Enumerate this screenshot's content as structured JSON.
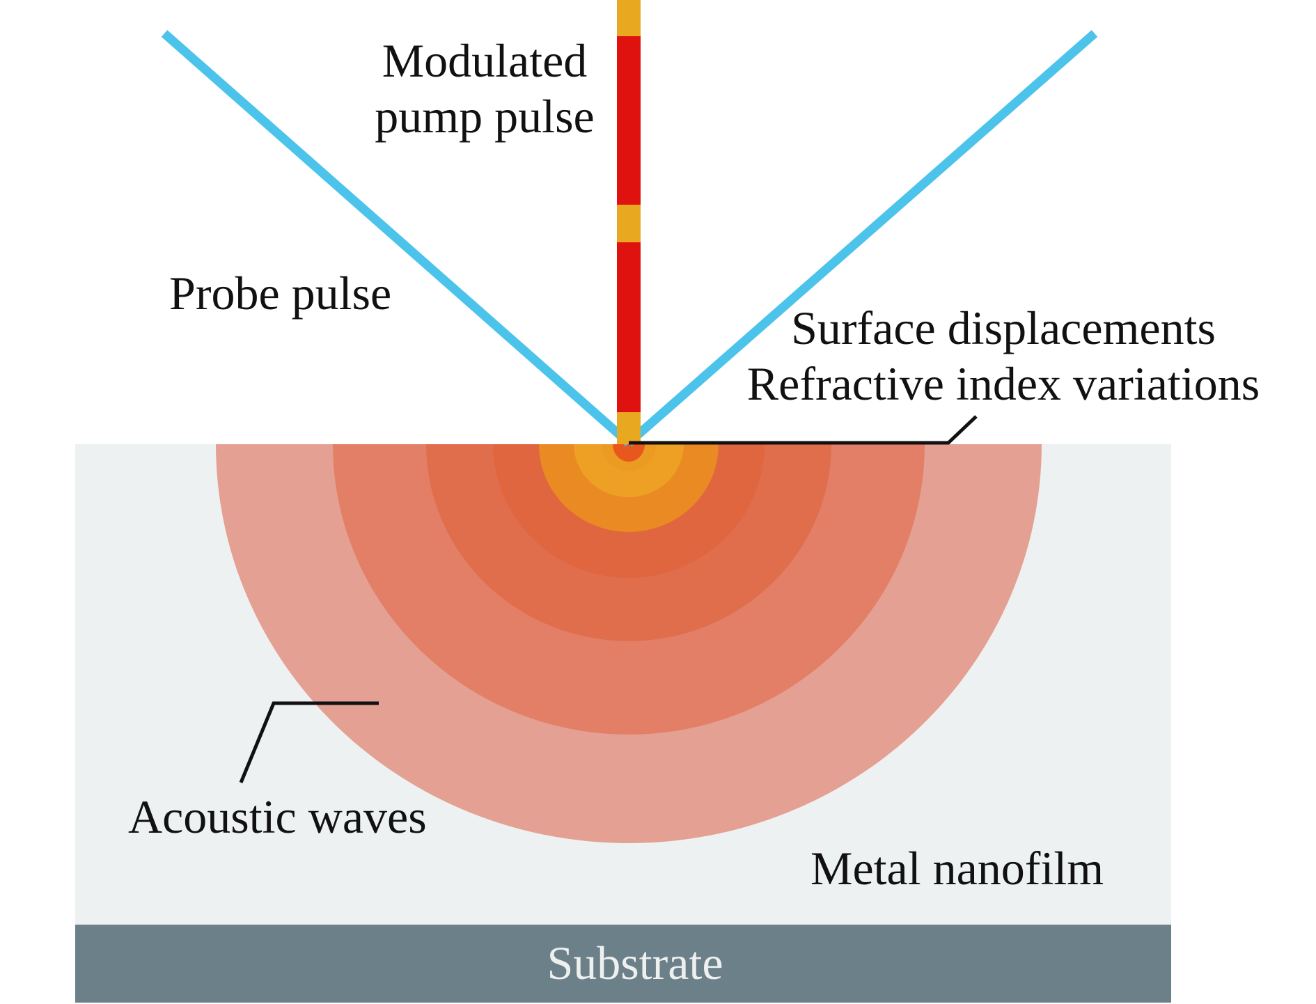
{
  "labels": {
    "pump_line1": "Modulated",
    "pump_line2": "pump pulse",
    "probe": "Probe pulse",
    "surface_line1": "Surface displacements",
    "surface_line2": "Refractive index variations",
    "acoustic": "Acoustic waves",
    "film": "Metal nanofilm",
    "substrate": "Substrate"
  },
  "colors": {
    "probe_beam": "#4cc3ea",
    "pump_red": "#e0120f",
    "pump_amber": "#e8a820",
    "film": "#eef1f2",
    "substrate": "#6b8089",
    "wave_outer": "#e4a092",
    "wave_2": "#e27f66",
    "wave_3": "#e06e4c",
    "wave_4": "#e0663f",
    "wave_core_orange": "#e98b22",
    "wave_core_amber": "#eea025",
    "wave_hot": "#e8581e"
  }
}
